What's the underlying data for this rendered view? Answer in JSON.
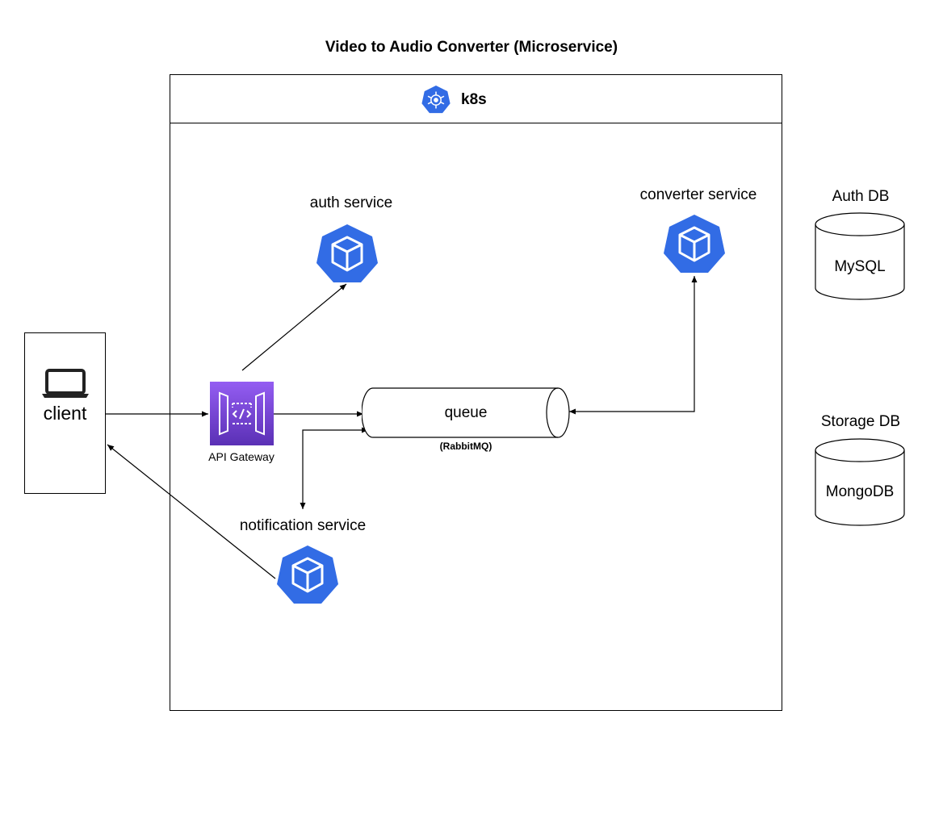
{
  "title": "Video to Audio Converter (Microservice)",
  "cluster": {
    "label": "k8s",
    "icon": "kubernetes-icon"
  },
  "client": {
    "label": "client",
    "icon": "laptop-icon"
  },
  "gateway": {
    "label": "API Gateway",
    "icon": "api-gateway-icon"
  },
  "services": {
    "auth": {
      "label": "auth service",
      "icon": "kubernetes-pod-icon"
    },
    "converter": {
      "label": "converter service",
      "icon": "kubernetes-pod-icon"
    },
    "notification": {
      "label": "notification service",
      "icon": "kubernetes-pod-icon"
    }
  },
  "queue": {
    "label": "queue",
    "sublabel": "(RabbitMQ)"
  },
  "databases": [
    {
      "title": "Auth DB",
      "label": "MySQL"
    },
    {
      "title": "Storage DB",
      "label": "MongoDB"
    }
  ],
  "colors": {
    "k8s_blue": "#326ce5",
    "gateway_purple_top": "#945df2",
    "gateway_purple_bottom": "#5a30b5",
    "line": "#000000"
  }
}
